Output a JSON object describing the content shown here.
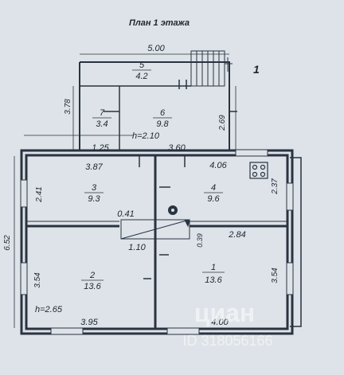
{
  "title": "План 1 этажа",
  "marker": "1",
  "rooms": [
    {
      "num": "5",
      "area": "4.2"
    },
    {
      "num": "7",
      "area": "3.4"
    },
    {
      "num": "6",
      "area": "9.8"
    },
    {
      "num": "3",
      "area": "9.3"
    },
    {
      "num": "4",
      "area": "9.6"
    },
    {
      "num": "2",
      "area": "13.6"
    },
    {
      "num": "1",
      "area": "13.6"
    }
  ],
  "dimensions": {
    "d_500": "5.00",
    "d_378": "3.78",
    "d_269": "2.69",
    "d_125": "1.25",
    "d_360": "3.60",
    "d_387": "3.87",
    "d_406": "4.06",
    "d_241": "2.41",
    "d_237": "2.37",
    "d_652": "6.52",
    "d_041": "0.41",
    "d_110": "1.10",
    "d_039": "0.39",
    "d_284": "2.84",
    "d_354_left": "3.54",
    "d_354_right": "3.54",
    "d_395": "3.95",
    "d_400": "4.00"
  },
  "heights": {
    "h_upper": "h=2.10",
    "h_lower": "h=2.65"
  },
  "watermark": {
    "brand": "циан",
    "id": "ID 318056166"
  }
}
